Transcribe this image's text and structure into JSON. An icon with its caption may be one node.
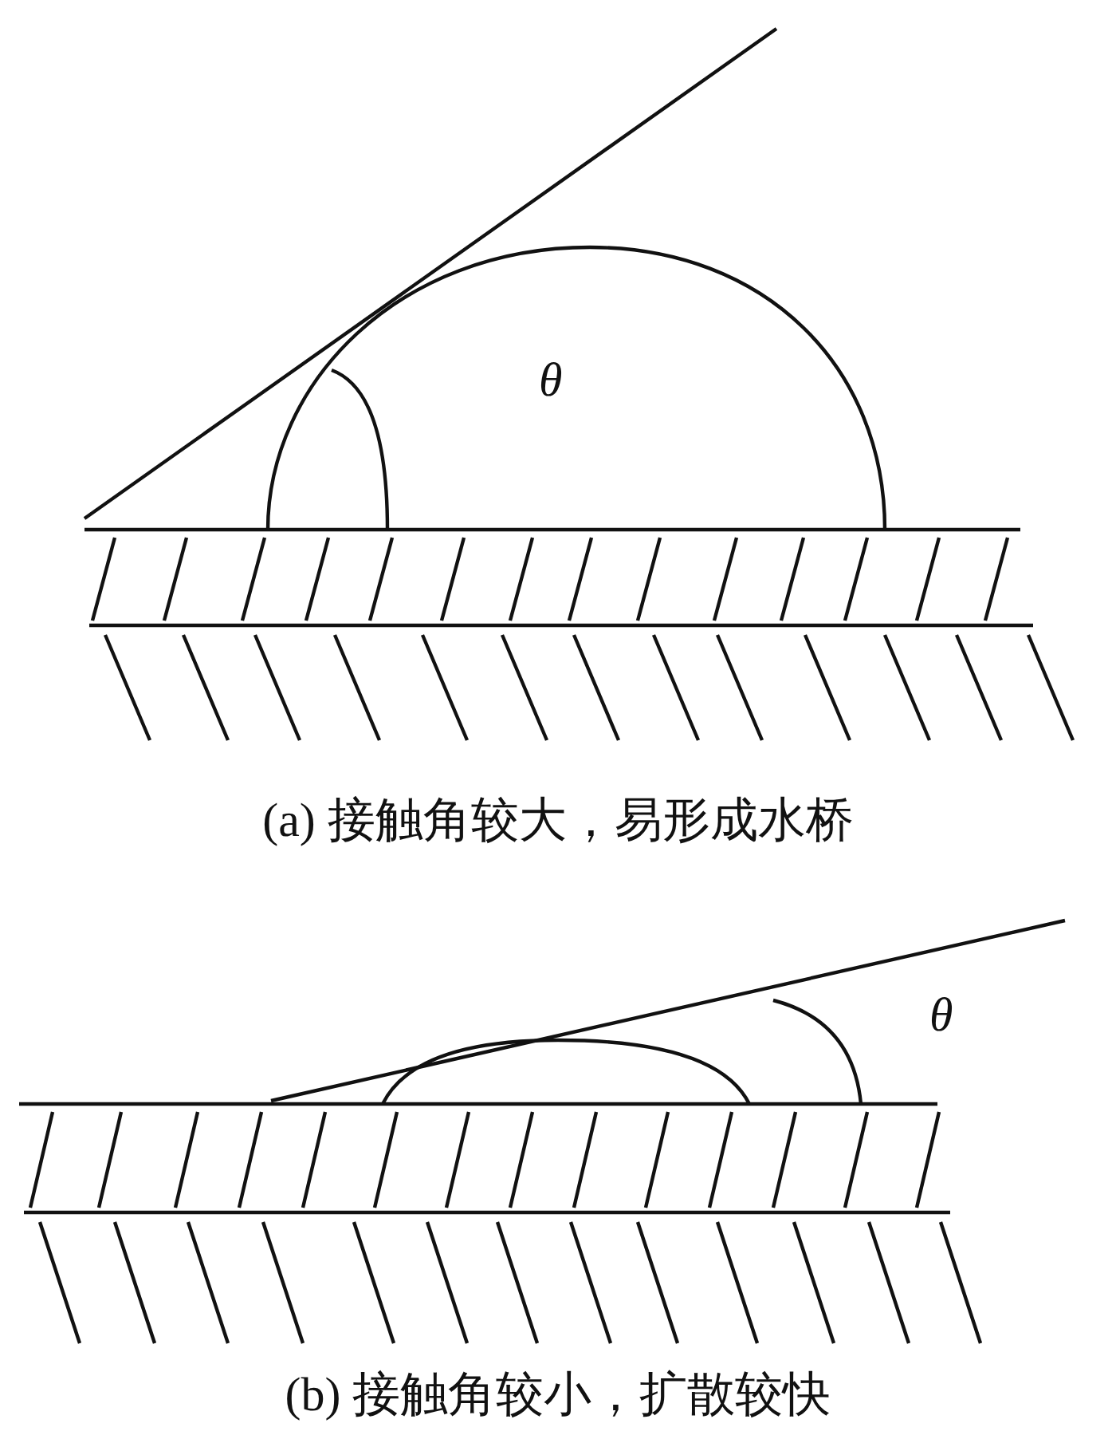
{
  "diagram": {
    "labels": [
      "θ",
      "(a)  接触角较大，易形成水桥",
      "θ",
      "(b)  接触角较小，扩散较快"
    ]
  }
}
